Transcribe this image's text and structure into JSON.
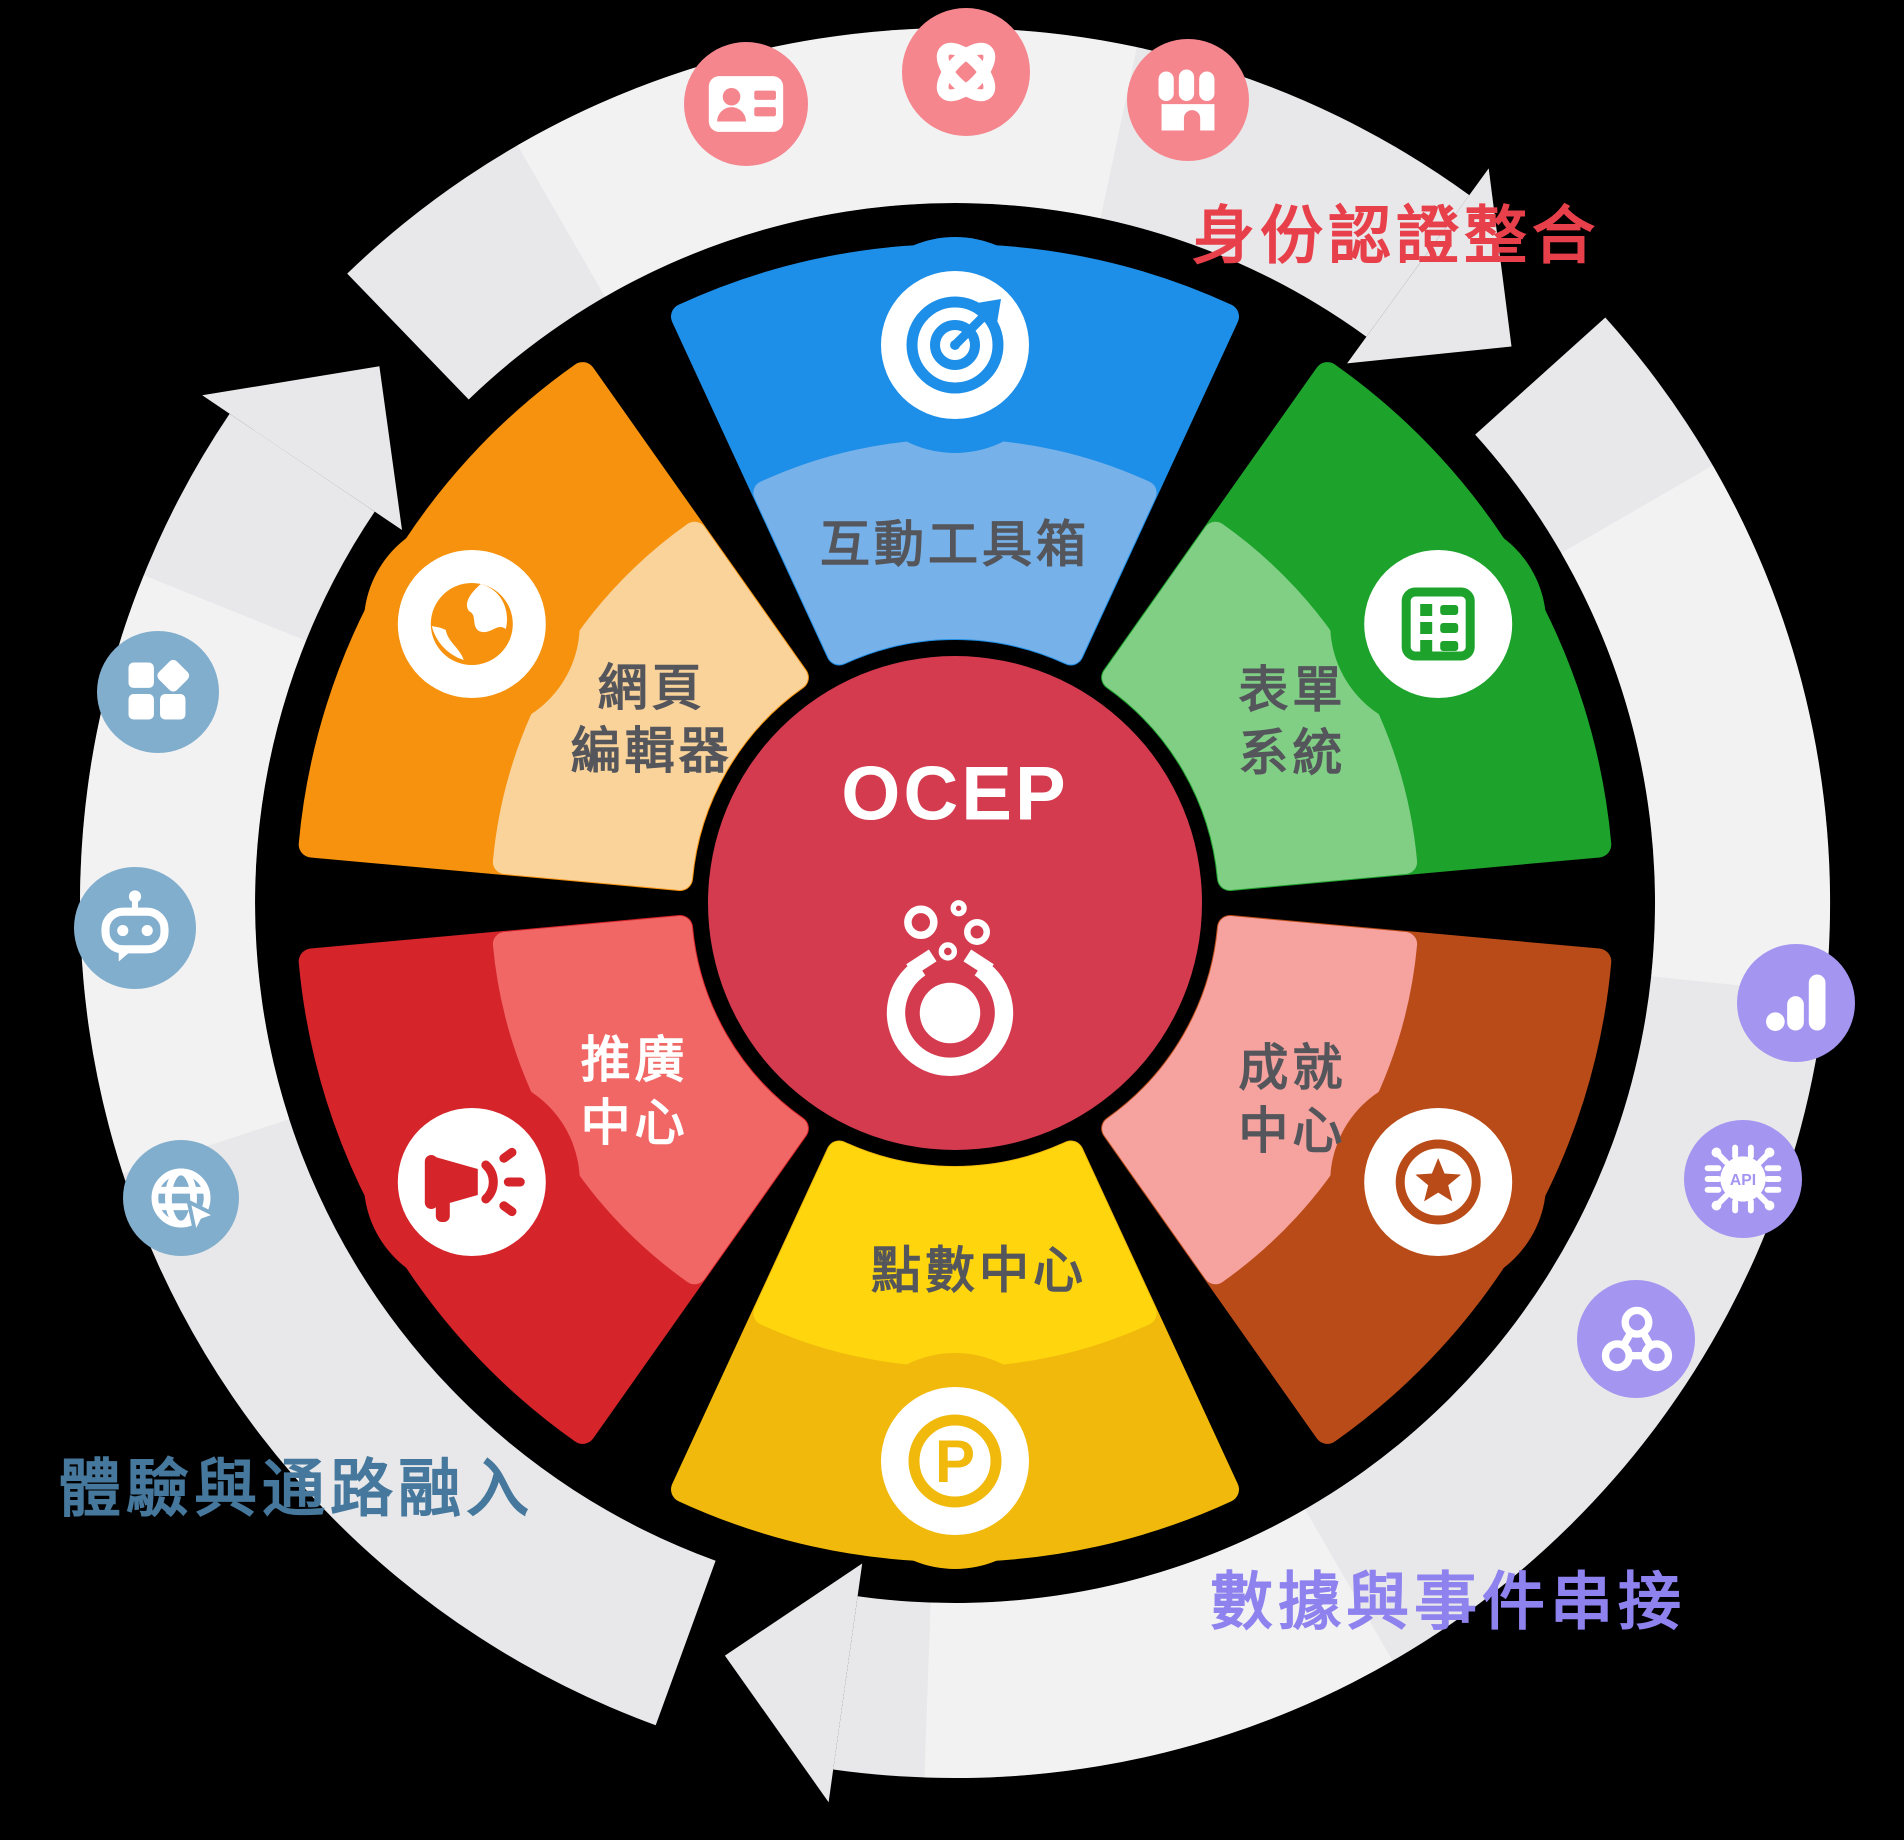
{
  "center": {
    "title": "OCEP",
    "color": "#D43B4F",
    "icon": "magnet-engagement-icon"
  },
  "wheel": {
    "segments": [
      {
        "id": "interactive-toolbox",
        "label": "互動工具箱",
        "lines": [
          "互動工具箱"
        ],
        "icon": "target-icon",
        "dark_color": "#1E8FE8",
        "light_color": "#76B1E9",
        "label_color": "#55565B",
        "icon_text": ""
      },
      {
        "id": "form-system",
        "label": "表單系統",
        "lines": [
          "表單",
          "系統"
        ],
        "icon": "form-icon",
        "dark_color": "#1DA32C",
        "light_color": "#80CF85",
        "label_color": "#55565B",
        "icon_text": ""
      },
      {
        "id": "achievement-center",
        "label": "成就中心",
        "lines": [
          "成就",
          "中心"
        ],
        "icon": "star-badge-icon",
        "dark_color": "#B94B18",
        "light_color": "#F6A29E",
        "label_color": "#55565B",
        "icon_text": ""
      },
      {
        "id": "points-center",
        "label": "點數中心",
        "lines": [
          "點數中心"
        ],
        "icon": "points-p-icon",
        "dark_color": "#F0B90C",
        "light_color": "#FFD60D",
        "label_color": "#55565B",
        "icon_text": "P"
      },
      {
        "id": "promotion-center",
        "label": "推廣中心",
        "lines": [
          "推廣",
          "中心"
        ],
        "icon": "megaphone-icon",
        "dark_color": "#D6252A",
        "light_color": "#F06765",
        "label_color": "#FFFFFF",
        "icon_text": ""
      },
      {
        "id": "web-editor",
        "label": "網頁編輯器",
        "lines": [
          "網頁",
          "編輯器"
        ],
        "icon": "globe-icon",
        "dark_color": "#F6920D",
        "light_color": "#FAD39B",
        "label_color": "#55565B",
        "icon_text": ""
      }
    ]
  },
  "outer_labels": [
    {
      "id": "identity-auth",
      "text": "身份認證整合",
      "color": "#E8404B"
    },
    {
      "id": "experience-channel",
      "text": "體驗與通路融入",
      "color": "#45789C"
    },
    {
      "id": "data-events",
      "text": "數據與事件串接",
      "color": "#8E82EE"
    }
  ],
  "satellites": {
    "top": {
      "color": "#F5868E",
      "icons": [
        "id-card-icon",
        "chain-link-icon",
        "storefront-icon"
      ]
    },
    "left": {
      "color": "#82AECD",
      "icons": [
        "app-grid-icon",
        "chatbot-icon",
        "website-cursor-icon"
      ]
    },
    "right": {
      "color": "#A495F1",
      "icons": [
        "analytics-bars-icon",
        "api-chip-icon",
        "webhook-icon"
      ]
    },
    "api_chip_text": "API"
  },
  "ring": {
    "color": "#E8E8EA",
    "highlight": "#FFFFFF"
  }
}
